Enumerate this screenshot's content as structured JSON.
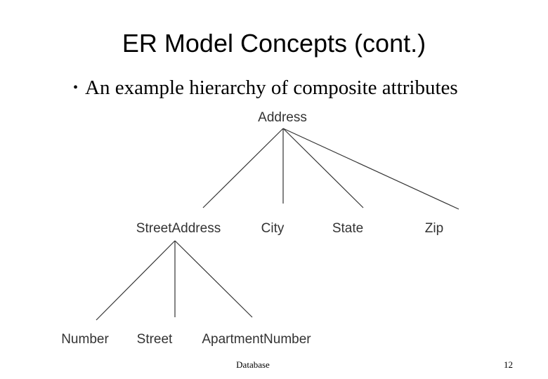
{
  "slide": {
    "title": "ER Model Concepts (cont.)",
    "bullet_icon": "bullet-dot-icon",
    "bullet_symbol": "•",
    "bullet_text": "An example hierarchy of composite attributes"
  },
  "diagram": {
    "root": "Address",
    "level1": [
      "StreetAddress",
      "City",
      "State",
      "Zip"
    ],
    "level2": [
      "Number",
      "Street",
      "ApartmentNumber"
    ]
  },
  "footer": {
    "center_text": "Database",
    "page_number": "12"
  },
  "colors": {
    "text": "#000000",
    "diagram": "#333333",
    "background": "#ffffff"
  }
}
